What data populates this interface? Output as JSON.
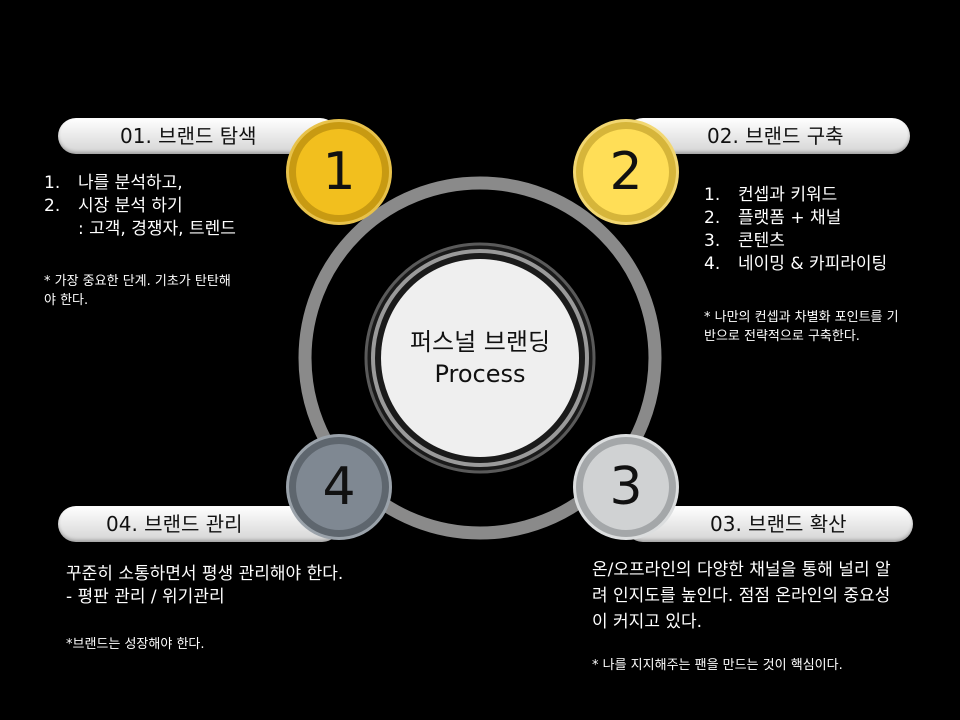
{
  "center": {
    "line1": "퍼스널 브랜딩",
    "line2": "Process"
  },
  "steps": [
    {
      "number": "1",
      "title": "01. 브랜드 탐색",
      "items": [
        {
          "num": "1.",
          "text": "나를 분석하고,"
        },
        {
          "num": "2.",
          "text": "시장 분석 하기"
        }
      ],
      "sub": ": 고객, 경쟁자, 트렌드",
      "note_line1": "* 가장 중요한 단계. 기초가 탄탄해",
      "note_line2": "야 한다."
    },
    {
      "number": "2",
      "title": "02. 브랜드 구축",
      "items": [
        {
          "num": "1.",
          "text": "컨셉과 키워드"
        },
        {
          "num": "2.",
          "text": "플랫폼 + 채널"
        },
        {
          "num": "3.",
          "text": "콘텐츠"
        },
        {
          "num": "4.",
          "text": "네이밍 & 카피라이팅"
        }
      ],
      "note_line1": "* 나만의 컨셉과 차별화 포인트를 기",
      "note_line2": "반으로 전략적으로 구축한다."
    },
    {
      "number": "3",
      "title": "03. 브랜드 확산",
      "text_line1": "온/오프라인의 다양한 채널을 통해 널리 알",
      "text_line2": "려 인지도를 높인다. 점점 온라인의 중요성",
      "text_line3": "이 커지고 있다.",
      "note": "* 나를 지지해주는 팬을 만드는 것이 핵심이다."
    },
    {
      "number": "4",
      "title": "04. 브랜드 관리",
      "text_line1": "꾸준히 소통하면서 평생 관리해야 한다.",
      "text_line2": "- 평판 관리 / 위기관리",
      "note": "*브랜드는 성장해야 한다."
    }
  ],
  "colors": {
    "step1": "#f2bf1e",
    "step2": "#ffde57",
    "step3": "#d0d2d3",
    "step4": "#7f8892",
    "ring": "#8a8a8a",
    "pill": "#eeeeee",
    "background": "#000000"
  }
}
